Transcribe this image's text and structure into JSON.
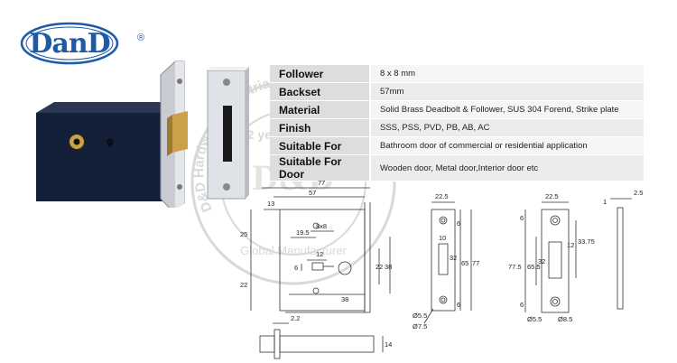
{
  "brand": {
    "logo_text": "DanD",
    "registered": "®"
  },
  "watermark": {
    "ring_text": "D&D Hardware Industrial Co.,Ltd",
    "center_text": "D&D",
    "sub_text": "Global Manufacturer",
    "warranty": "12 years warranty"
  },
  "specs": [
    {
      "label": "Follower",
      "value": "8 x 8 mm"
    },
    {
      "label": "Backset",
      "value": "57mm"
    },
    {
      "label": "Material",
      "value": "Solid Brass Deadbolt & Follower,  SUS 304 Forend, Strike plate"
    },
    {
      "label": "Finish",
      "value": "SSS, PSS, PVD, PB, AB, AC"
    },
    {
      "label": "Suitable For",
      "value": "Bathroom door of commercial or residential application"
    },
    {
      "label": "Suitable For Door",
      "value": "Wooden door, Metal door,Interior door etc"
    }
  ],
  "drawing": {
    "top_width": "77",
    "backset": "57",
    "forend_offset": "13",
    "spindle_size": "8x8",
    "dim_19_5": "19.5",
    "dim_25": "25",
    "dim_22": "22",
    "dim_12": "12",
    "dim_6": "6",
    "dim_38": "38",
    "dim_22b": "22",
    "dim_38b": "38",
    "bottom_2_2": "2.2",
    "bottom_14": "14",
    "forend_width": "22.5",
    "forend_6a": "6",
    "forend_10": "10",
    "forend_32": "32",
    "forend_65": "65",
    "forend_77": "77",
    "forend_6b": "6",
    "hole_small": "Ø5.5",
    "hole_large": "Ø7.5",
    "strike_width": "22.5",
    "strike_6a": "6",
    "strike_12": "12",
    "strike_33_75": "33.75",
    "strike_32": "32",
    "strike_65_5": "65.5",
    "strike_77_5": "77.5",
    "strike_6b": "6",
    "strike_hole_a": "Ø5.5",
    "strike_hole_b": "Ø8.5",
    "side_1": "1",
    "side_2_5": "2.5"
  }
}
